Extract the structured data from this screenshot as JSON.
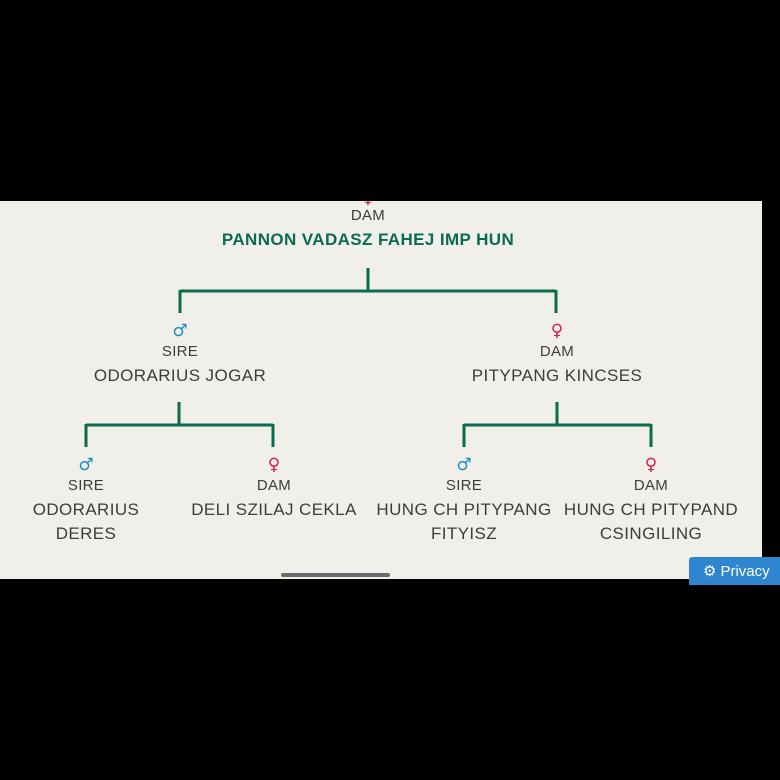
{
  "colors": {
    "background": "#f1efe9",
    "line": "#0b6b4f",
    "root_name": "#0b6b4f",
    "male_symbol": "#1d8fc7",
    "female_symbol": "#d81c4a",
    "privacy_button": "#2e86d1"
  },
  "root": {
    "role": "DAM",
    "name": "PANNON VADASZ FAHEJ IMP HUN",
    "symbol": "♀"
  },
  "parents": [
    {
      "role": "SIRE",
      "name": "ODORARIUS JOGAR",
      "symbol": "♂",
      "sex_icon": "male-icon"
    },
    {
      "role": "DAM",
      "name": "PITYPANG KINCSES",
      "symbol": "♀",
      "sex_icon": "female-icon"
    }
  ],
  "grandparents": [
    {
      "role": "SIRE",
      "name": "ODORARIUS DERES",
      "symbol": "♂"
    },
    {
      "role": "DAM",
      "name": "DELI SZILAJ CEKLA",
      "symbol": "♀"
    },
    {
      "role": "SIRE",
      "name": "HUNG CH PITYPANG FITYISZ",
      "symbol": "♂"
    },
    {
      "role": "DAM",
      "name": "HUNG CH PITYPAND CSINGILING",
      "symbol": "♀"
    }
  ],
  "privacy": {
    "label": "Privacy",
    "icon": "gear-icon"
  }
}
